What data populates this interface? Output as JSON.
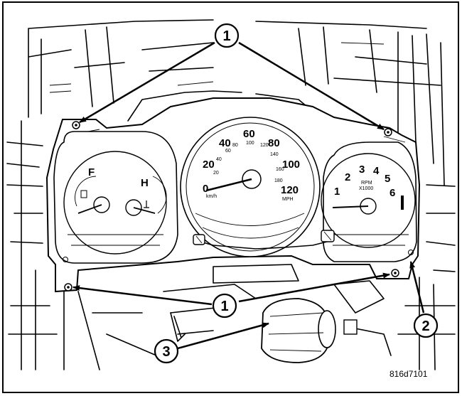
{
  "speedometer": {
    "mph_labels": [
      "40",
      "60",
      "80",
      "20",
      "100",
      "0",
      "120"
    ],
    "kmh_labels": [
      "80",
      "100",
      "120",
      "60",
      "140",
      "40",
      "160",
      "20",
      "180"
    ],
    "unit_kmh": "km/h",
    "unit_mph": "MPH"
  },
  "fuel_gauge": {
    "full": "F"
  },
  "temp_gauge": {
    "hot": "H"
  },
  "tachometer": {
    "labels": [
      "1",
      "2",
      "3",
      "4",
      "5",
      "6"
    ],
    "unit_line1": "RPM",
    "unit_line2": "X1000"
  },
  "callouts": {
    "top_one": "1",
    "bottom_one": "1",
    "two": "2",
    "three": "3"
  },
  "figure_id": "816d7101"
}
